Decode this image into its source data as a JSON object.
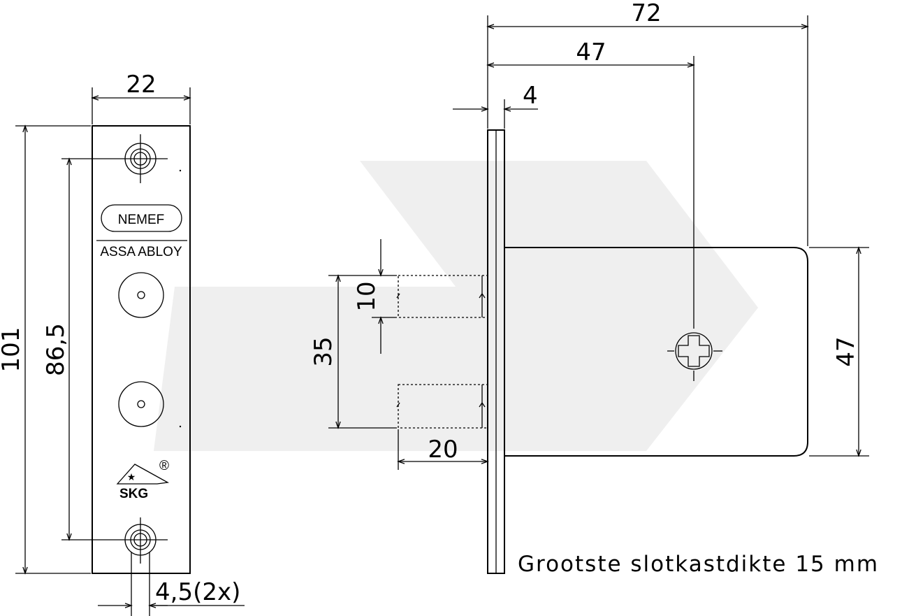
{
  "dimensions": {
    "faceplate_width": "22",
    "faceplate_height": "101",
    "screw_spacing": "86,5",
    "screw_hole": "4,5(2x)",
    "total_depth": "72",
    "backset": "47",
    "plate_thickness": "4",
    "bolt_height": "10",
    "bolt_spacing": "35",
    "bolt_projection": "20",
    "case_height": "47"
  },
  "labels": {
    "brand": "NEMEF",
    "group": "ASSA ABLOY",
    "cert": "SKG",
    "registered": "®"
  },
  "note": "Grootste slotkastdikte 15 mm",
  "colors": {
    "line": "#000000",
    "watermark": "#efefef",
    "background": "#ffffff"
  }
}
